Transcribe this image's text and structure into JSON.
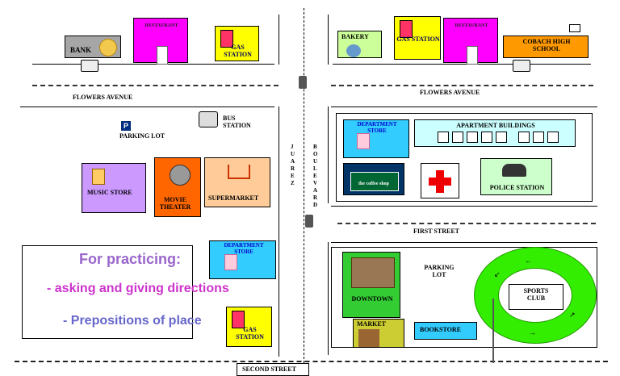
{
  "streets": {
    "flowers_avenue_left": "FLOWERS AVENUE",
    "flowers_avenue_right": "FLOWERS AVENUE",
    "first_street": "FIRST STREET",
    "second_street": "SECOND STREET",
    "juarez": "J U A R E Z",
    "boulevard": "B O U L E V A R D"
  },
  "places": {
    "bank": "BANK",
    "restaurant_left": "RESTAURANT",
    "gas_station_top_left": "GAS STATION",
    "bakery": "BAKERY",
    "gas_station_top_right": "GAS STATION",
    "restaurant_right": "RESTAURANT",
    "school": "COBACH HIGH SCHOOL",
    "bus_station": "BUS STATION",
    "parking_lot_left": "PARKING LOT",
    "music_store": "MUSIC STORE",
    "movie_theater": "MOVIE THEATER",
    "supermarket": "SUPERMARKET",
    "department_store_left": "DEPARTMENT STORE",
    "gas_station_bottom": "GAS STATION",
    "department_store_right": "DEPARTMENT STORE",
    "apartment_buildings": "APARTMENT BUILDINGS",
    "coffee_shop": "the coffee shop",
    "police_station": "POLICE STATION",
    "downtown": "DOWNTOWN",
    "market": "MARKET",
    "bookstore": "BOOKSTORE",
    "parking_lot_right": "PARKING LOT",
    "sports_club": "SPORTS CLUB"
  },
  "practice_box": {
    "line1": "For practicing:",
    "line2": "- asking and giving directions",
    "line3": "- Prepositions of place"
  },
  "icons": {
    "parking_sign": "P"
  },
  "colors": {
    "bank": "#a6a6a6",
    "restaurant": "#ff00ff",
    "gas_station": "#ffff00",
    "bakery": "#ccff99",
    "school": "#ff9900",
    "music_store": "#cc99ff",
    "movie_theater": "#ff6600",
    "supermarket": "#ffcc99",
    "department_store": "#33ccff",
    "apartment": "#ccffff",
    "coffee_shop": "#003366",
    "police": "#ccffcc",
    "downtown": "#33cc33",
    "market": "#cccc33",
    "bookstore": "#33ccff",
    "track": "#33ee00"
  }
}
